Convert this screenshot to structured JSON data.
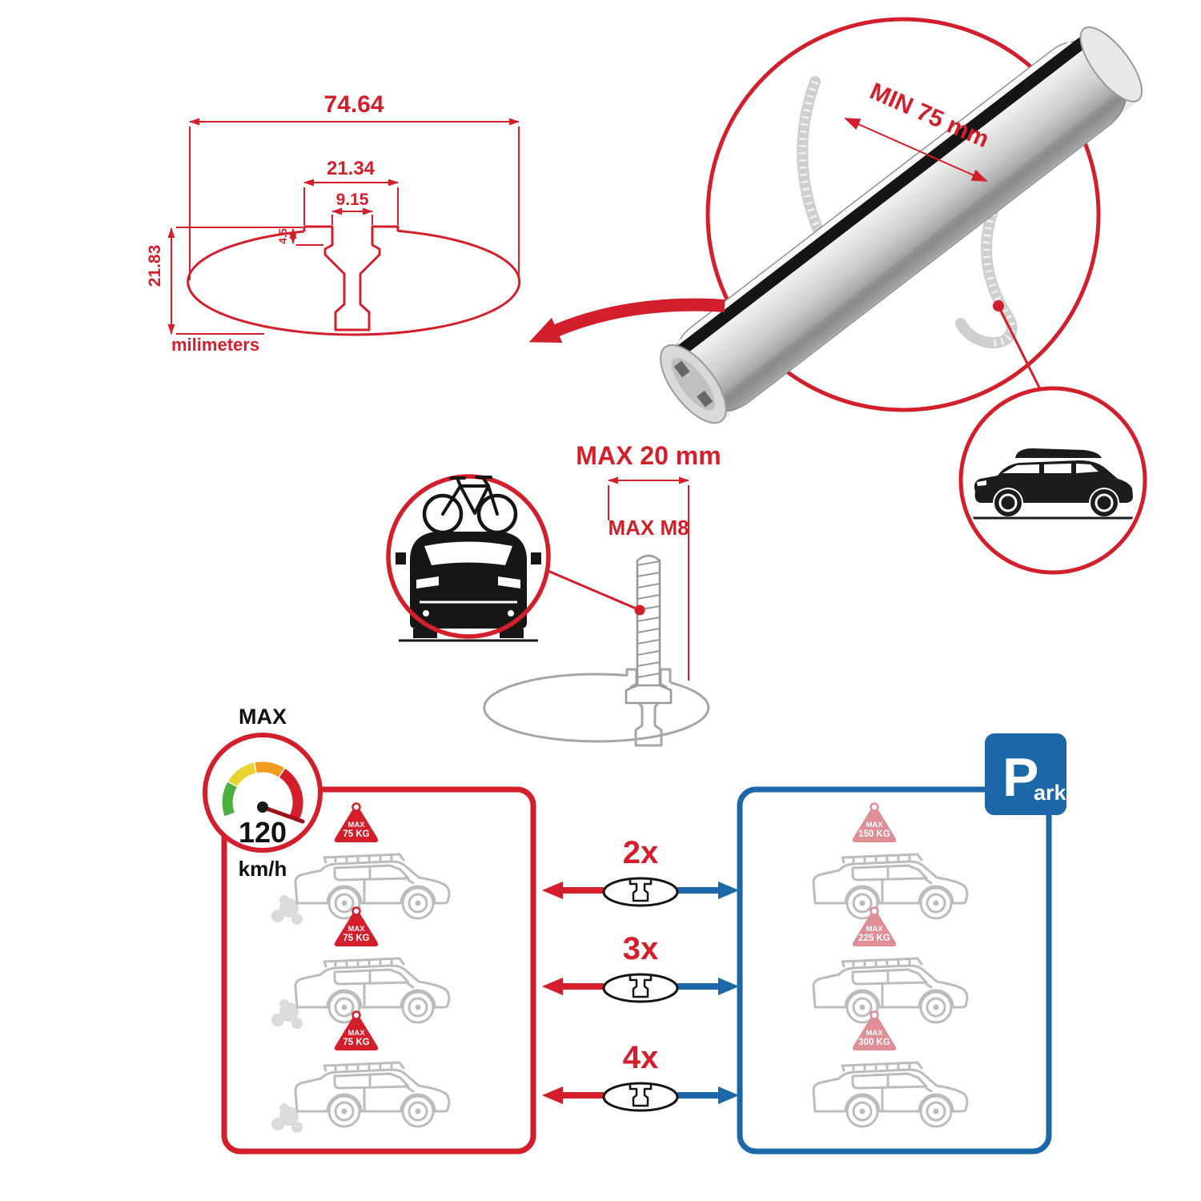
{
  "colors": {
    "red": "#d31f2b",
    "blue": "#1b67a8"
  },
  "cross_section": {
    "total_width": "74.64",
    "channel_width": "21.34",
    "slot_width": "9.15",
    "lip_height": "4.5",
    "bar_height": "21.83",
    "units": "milimeters"
  },
  "bar_zoom": {
    "min_span": "MIN 75 mm"
  },
  "fitting": {
    "max_clamp": "MAX 20 mm",
    "max_bolt": "MAX M8"
  },
  "speed": {
    "label": "MAX",
    "value": "120",
    "unit": "km/h"
  },
  "park": {
    "initial": "P",
    "rest": "ark"
  },
  "driving": {
    "cars": [
      {
        "max": "MAX",
        "load": "75 KG"
      },
      {
        "max": "MAX",
        "load": "75 KG"
      },
      {
        "max": "MAX",
        "load": "75 KG"
      }
    ]
  },
  "parked": {
    "cars": [
      {
        "max": "MAX",
        "load": "150 KG"
      },
      {
        "max": "MAX",
        "load": "225 KG"
      },
      {
        "max": "MAX",
        "load": "300 KG"
      }
    ]
  },
  "bar_counts": [
    {
      "qty": "2x"
    },
    {
      "qty": "3x"
    },
    {
      "qty": "4x"
    }
  ]
}
